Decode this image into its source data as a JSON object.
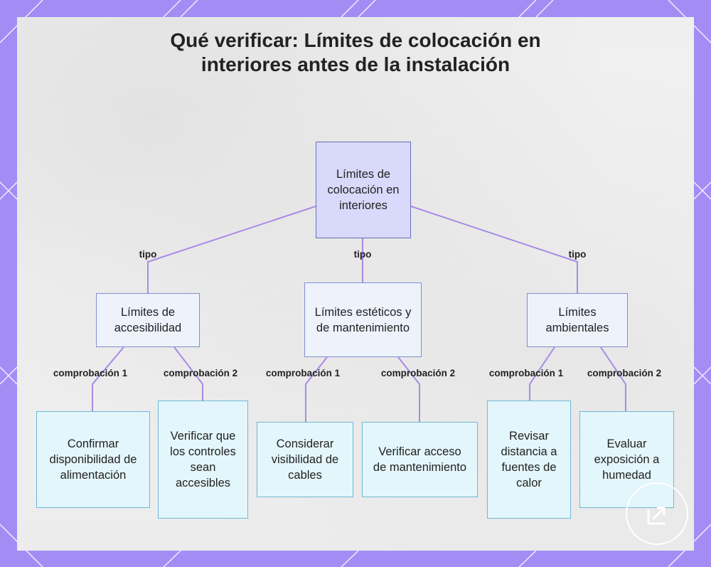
{
  "title": "Qué verificar: Límites de colocación en interiores antes de la instalación",
  "nodes": {
    "root": "Límites de colocación en interiores",
    "accesibilidad": "Límites de accesibilidad",
    "esteticos": "Límites estéticos y de mantenimiento",
    "ambientales": "Límites ambientales",
    "alimentacion": "Confirmar disponibilidad de alimentación",
    "controles": "Verificar que los controles sean accesibles",
    "cables": "Considerar visibilidad de cables",
    "acceso": "Verificar acceso de mantenimiento",
    "calor": "Revisar distancia a fuentes de calor",
    "humedad": "Evaluar exposición a humedad"
  },
  "edge_labels": {
    "tipo": "tipo",
    "check1": "comprobación 1",
    "check2": "comprobación 2"
  },
  "colors": {
    "border": "#a48cf5",
    "edge": "#a98ae6",
    "root_fill": "#d9d9fb",
    "leaf_fill": "#e3f6fb"
  },
  "icons": [
    "share-logo-icon"
  ]
}
